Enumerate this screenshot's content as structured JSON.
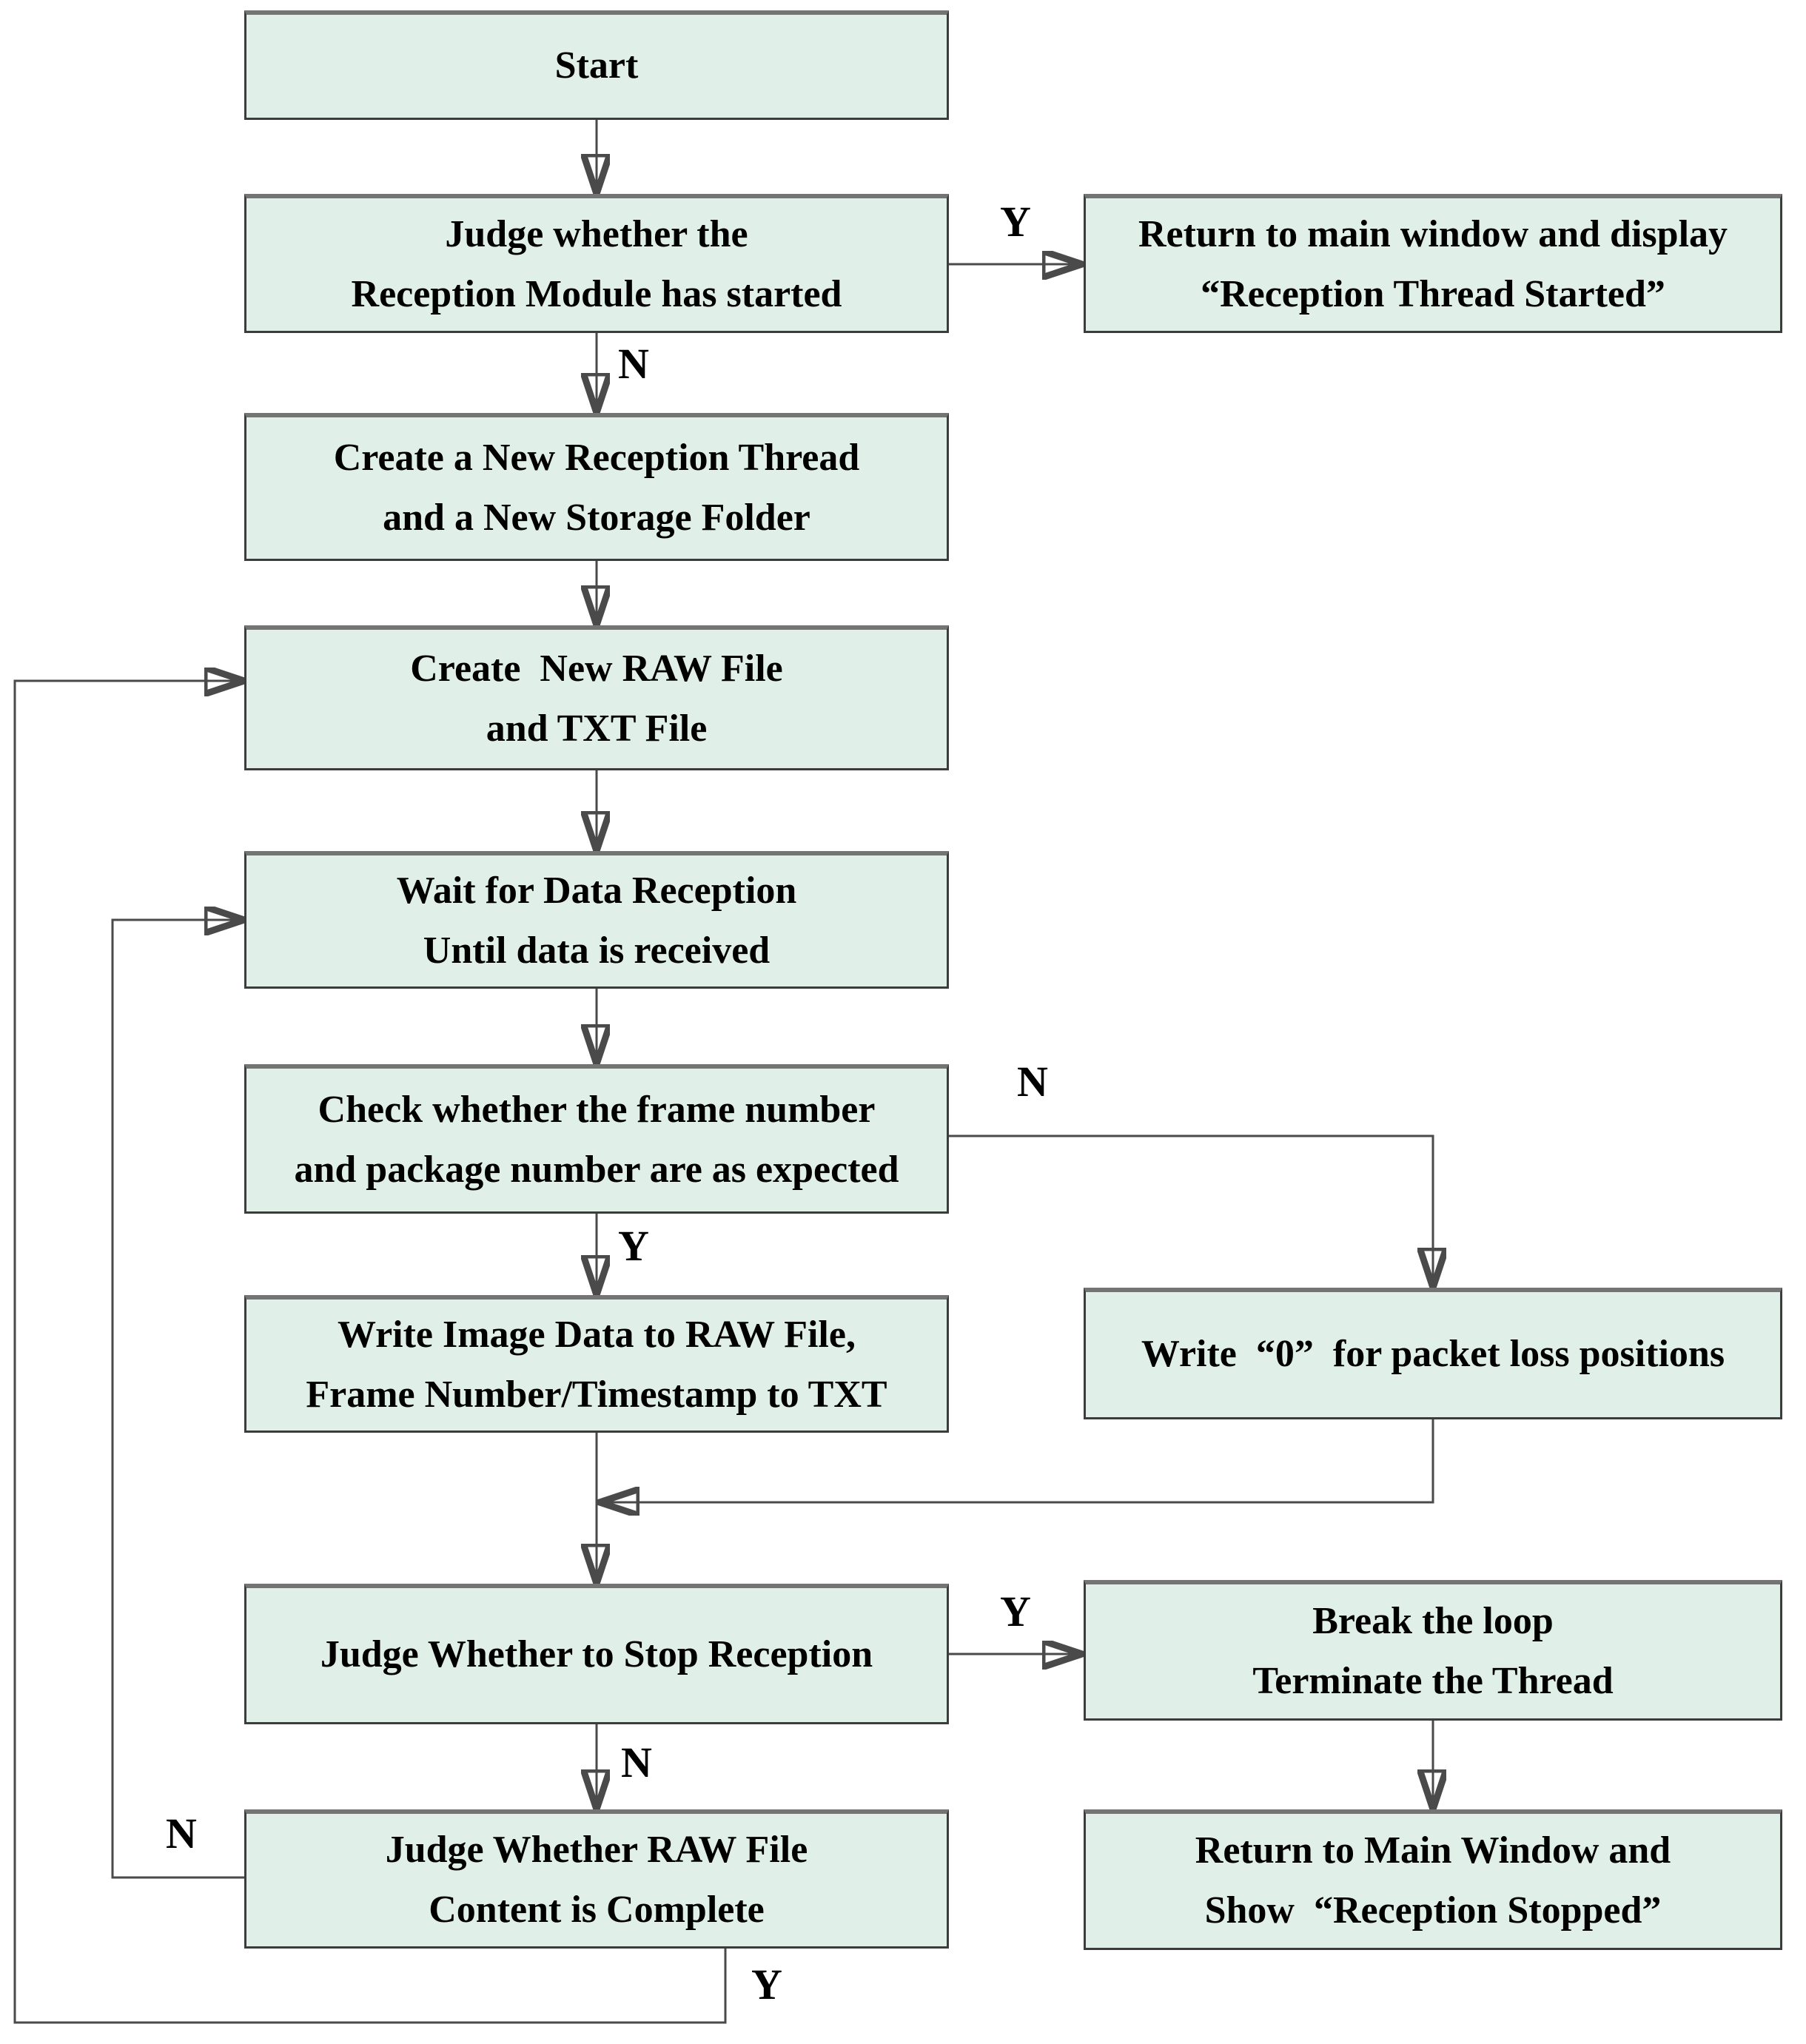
{
  "flowchart": {
    "nodes": {
      "start": {
        "text": "Start"
      },
      "judge_module_started": {
        "text": "Judge whether the\nReception Module has started"
      },
      "create_thread_folder": {
        "text": "Create a New Reception Thread\nand a New Storage Folder"
      },
      "create_raw_txt": {
        "text": "Create  New RAW File\nand TXT File"
      },
      "wait_for_data": {
        "text": "Wait for Data Reception\nUntil data is received"
      },
      "check_frame_package": {
        "text": "Check whether the frame number\nand package number are as expected"
      },
      "write_image_data": {
        "text": "Write Image Data to RAW File,\nFrame Number/Timestamp to TXT"
      },
      "judge_stop_reception": {
        "text": "Judge Whether to Stop Reception"
      },
      "judge_raw_complete": {
        "text": "Judge Whether RAW File\nContent is Complete"
      },
      "return_thread_started": {
        "text": "Return to main window and display\n“Reception Thread Started”"
      },
      "write_zero_packet_loss": {
        "text": "Write  “0”  for packet loss positions"
      },
      "break_loop_terminate": {
        "text": "Break the loop\nTerminate the Thread"
      },
      "return_reception_stopped": {
        "text": "Return to Main Window and\nShow  “Reception Stopped”"
      }
    },
    "edge_labels": {
      "y_module_started": "Y",
      "n_module_started": "N",
      "n_check_numbers": "N",
      "y_check_numbers": "Y",
      "y_stop_reception": "Y",
      "n_stop_reception": "N",
      "n_raw_complete": "N",
      "y_raw_complete": "Y"
    },
    "colors": {
      "box_fill": "#e0efe7",
      "box_border": "#3c3c3c",
      "box_border_top": "#747474",
      "line": "#4a4a4a",
      "text": "#000000"
    }
  }
}
